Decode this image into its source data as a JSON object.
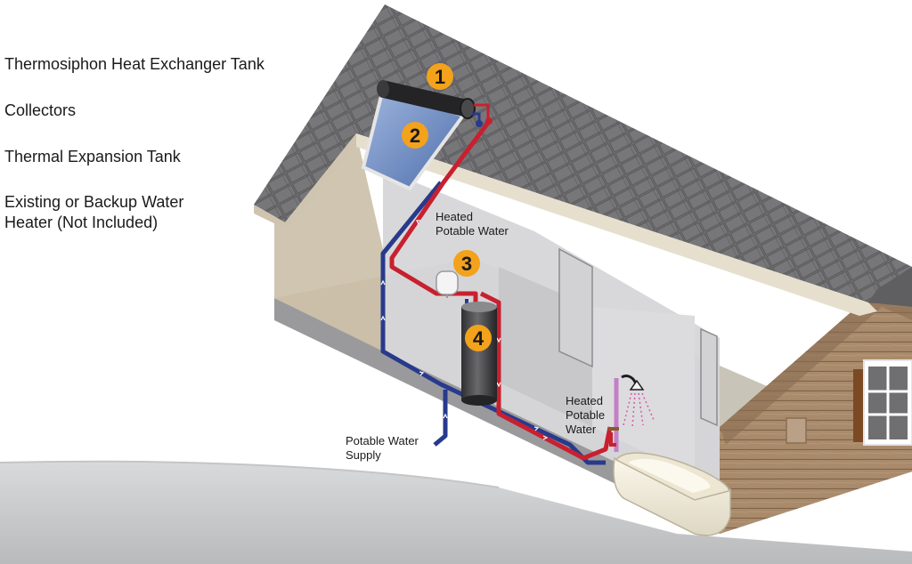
{
  "legend": {
    "item1": "Thermosiphon Heat Exchanger Tank",
    "item2": "Collectors",
    "item3": "Thermal Expansion Tank",
    "item4_line1": "Existing or Backup Water",
    "item4_line2": "Heater (Not Included)"
  },
  "labels": {
    "heated_top_line1": "Heated",
    "heated_top_line2": "Potable Water",
    "heated_bath_line1": "Heated",
    "heated_bath_line2": "Potable",
    "heated_bath_line3": "Water",
    "supply_line1": "Potable Water",
    "supply_line2": "Supply"
  },
  "badges": {
    "b1": "1",
    "b2": "2",
    "b3": "3",
    "b4": "4"
  },
  "colors": {
    "badge": "#f3a21c",
    "hot_pipe": "#c8202f",
    "cold_pipe": "#283a8c",
    "roof": "#6d6d6f",
    "siding": "#a7896a",
    "collector": "#6f8fc4"
  }
}
